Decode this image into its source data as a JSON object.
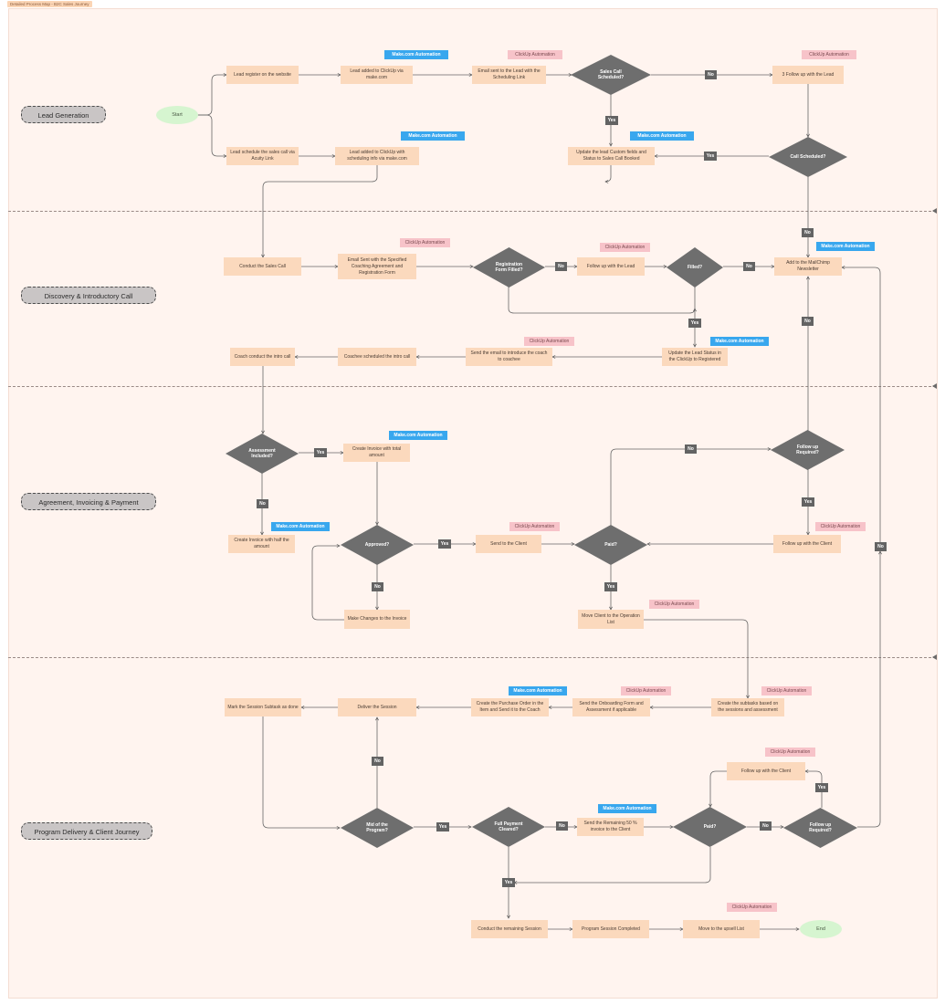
{
  "frame_title": "Detailed Process Map - B2C Sales Journey",
  "colors": {
    "box": "#fbd9bd",
    "decision": "#6e6e6e",
    "make_tag": "#38a7ee",
    "clickup_tag": "#f7c3c9",
    "start_end": "#d6f5d0",
    "lane": "#c9c5c5"
  },
  "lanes": {
    "lead": "Lead Generation",
    "discovery": "Discovery & Introductory Call",
    "agreement": "Agreement, Invoicing & Payment",
    "program": "Program Delivery & Client Journey"
  },
  "tags": {
    "make": "Make.com  Automation",
    "clickup": "ClickUp Automation"
  },
  "labels": {
    "yes": "Yes",
    "no": "No"
  },
  "nodes": {
    "start": "Start",
    "end": "End",
    "lead_register": "Lead register on the website",
    "lead_added_clickup": "Lead added to ClickUp via make.com",
    "email_scheduling": "Email sent to the Lead with the Scheduling Link",
    "sales_call_scheduled": "Sales Call Scheduled?",
    "follow_up_lead_3": "3 Follow up with the Lead",
    "lead_schedule_acuity": "Lead schedule the sales call via Acuity Link",
    "lead_added_scheduling": "Lead added to ClickUp with scheduling info via make.com",
    "update_custom_fields": "Update the lead Custom fields and Status to Sales Call Booked",
    "call_scheduled": "Call Scheduled?",
    "conduct_sales_call": "Conduct the Sales Call",
    "email_agreement": "Email Sent with the Specified Coaching Agreement and Registration  Form",
    "registration_filled": "Registration Form Filled?",
    "follow_up_lead": "Follow up with the Lead",
    "filled": "Filled?",
    "mailchimp": "Add to the MailChimp Newsletter",
    "coach_intro_call": "Coach conduct the intro call",
    "coachee_scheduled": "Coachee scheduled the intro call",
    "send_email_intro": "Send the email to introduce the coach to coachee",
    "update_registered": "Update the Lead Status in the ClickUp to Registered",
    "assessment_included": "Assessment Included?",
    "invoice_total": "Create Invoice with total amount",
    "invoice_half": "Create Invoice with half the amount",
    "approved": "Approved?",
    "send_client": "Send to the Client",
    "paid_1": "Paid?",
    "follow_up_client_1": "Follow up with the Client",
    "follow_up_required_1": "Follow up Required?",
    "make_changes": "Make Changes to the Invoice",
    "move_operation": "Move Client to the Operation List",
    "mark_subtask": "Mark the Session Subtask as done",
    "deliver_session": "Deliver the Session",
    "purchase_order": "Create the Purchase Order in the Item and Send it to the Coach",
    "onboarding_form": "Send the Onboarding Form and Assessment if applicable",
    "create_subtasks": "Create the subtasks based on the sessions and assessment",
    "follow_up_client_2": "Follow up with the Client",
    "mid_program": "Mid of the Program?",
    "full_payment": "Full Payment Cleared?",
    "send_remaining": "Send the Remaining 50 % invoice to the Client",
    "paid_2": "Paid?",
    "follow_up_required_2": "Follow up Required?",
    "conduct_remaining": "Conduct the remaining Session",
    "program_completed": "Program Session Completed",
    "move_upsell": "Move to the upsell List"
  }
}
